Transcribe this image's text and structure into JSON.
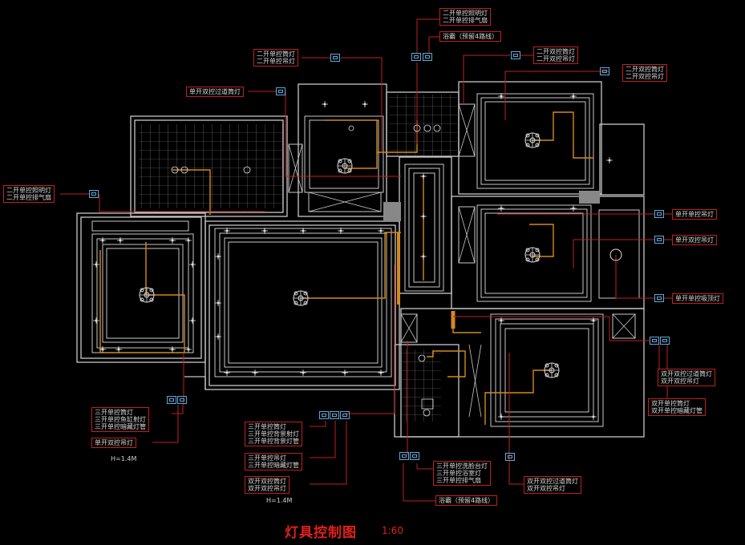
{
  "title": "灯具控制图",
  "scale": "1:60",
  "height_notes": [
    "H=1.4M",
    "H=1.4M"
  ],
  "colors": {
    "wall": "#c8c8c8",
    "wire": "#d38a1c",
    "leader": "#c0201e",
    "switch": "#5fa7d6",
    "title": "#e0201c"
  },
  "labels": [
    {
      "lines": [
        "二开单控照明灯",
        "二开单控排气扇"
      ]
    },
    {
      "lines": [
        "浴霸（预留4路线）"
      ]
    },
    {
      "lines": [
        "二开单控筒灯",
        "二开单控吊灯"
      ]
    },
    {
      "lines": [
        "二开双控筒灯",
        "二开双控吊灯"
      ]
    },
    {
      "lines": [
        "二开双控筒灯",
        "二开双控吊灯"
      ]
    },
    {
      "lines": [
        "单开双控过道筒灯"
      ]
    },
    {
      "lines": [
        "二开单控照明灯",
        "二开单控排气扇"
      ]
    },
    {
      "lines": [
        "单开单控吊灯"
      ]
    },
    {
      "lines": [
        "单开双控吊灯"
      ]
    },
    {
      "lines": [
        "单开单控吸顶灯"
      ]
    },
    {
      "lines": [
        "双开双控过道筒灯",
        "双开双控吊灯"
      ]
    },
    {
      "lines": [
        "双开单控筒灯",
        "双开单控暗藏灯管"
      ]
    },
    {
      "lines": [
        "三开单控筒灯",
        "三开单控鱼缸射灯",
        "三开单控暗藏灯管"
      ]
    },
    {
      "lines": [
        "单开双控吊灯"
      ]
    },
    {
      "lines": [
        "三开单控筒灯",
        "三开单控背景射灯",
        "三开单控背景灯管"
      ]
    },
    {
      "lines": [
        "三开单控吊灯",
        "三开单控暗藏灯管"
      ]
    },
    {
      "lines": [
        "双开双控筒灯",
        "双开双控吊灯"
      ]
    },
    {
      "lines": [
        "三开单控洗脸台灯",
        "三开单控浴室灯",
        "三开单控排气扇"
      ]
    },
    {
      "lines": [
        "浴霸（预留4路线）"
      ]
    },
    {
      "lines": [
        "双开双控过道筒灯",
        "双开双控吊灯"
      ]
    }
  ]
}
